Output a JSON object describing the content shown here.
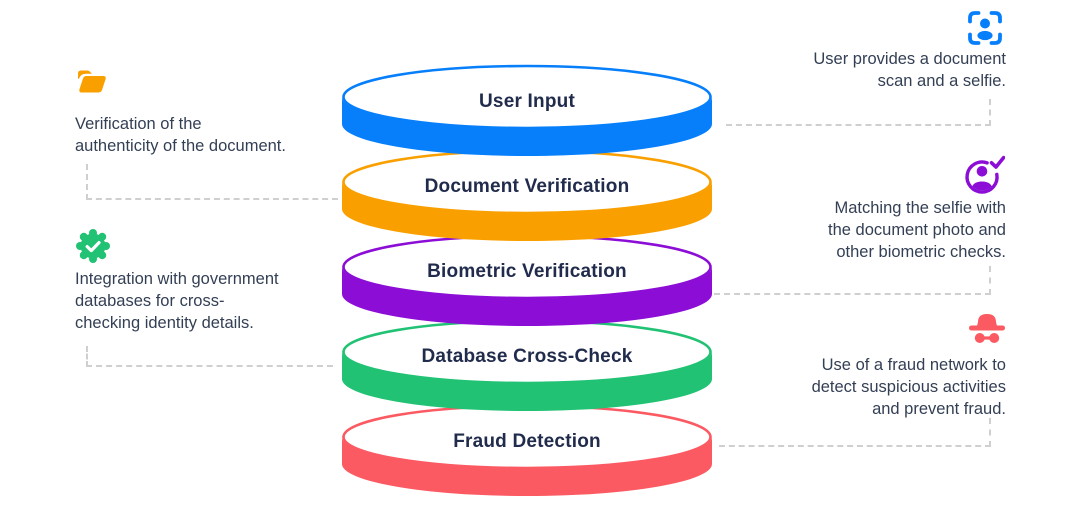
{
  "disks": [
    {
      "label": "User Input",
      "color": "#077FFB"
    },
    {
      "label": "Document Verification",
      "color": "#F9A000"
    },
    {
      "label": "Biometric Verification",
      "color": "#8C0ED6"
    },
    {
      "label": "Database Cross-Check",
      "color": "#21C274"
    },
    {
      "label": "Fraud Detection",
      "color": "#FB5A62"
    }
  ],
  "notes": [
    {
      "side": "left",
      "icon": "folder-icon",
      "color": "#F9A000",
      "text": "Verification of the\nauthenticity of the document."
    },
    {
      "side": "left",
      "icon": "verified-badge-icon",
      "color": "#21C274",
      "text": "Integration with government\ndatabases for cross-\nchecking identity details."
    },
    {
      "side": "right",
      "icon": "face-scan-icon",
      "color": "#077FFB",
      "text": "User provides a document\nscan and a selfie."
    },
    {
      "side": "right",
      "icon": "user-check-icon",
      "color": "#8C0ED6",
      "text": "Matching the selfie with\nthe document photo and\nother biometric checks."
    },
    {
      "side": "right",
      "icon": "incognito-icon",
      "color": "#FB5A62",
      "text": "Use of a fraud network to\ndetect suspicious activities\nand prevent fraud."
    }
  ],
  "colors": {
    "label_text": "#212B4C",
    "body_text": "#333F54",
    "connector_dash": "#CFCFCF",
    "background": "#FFFFFF"
  }
}
